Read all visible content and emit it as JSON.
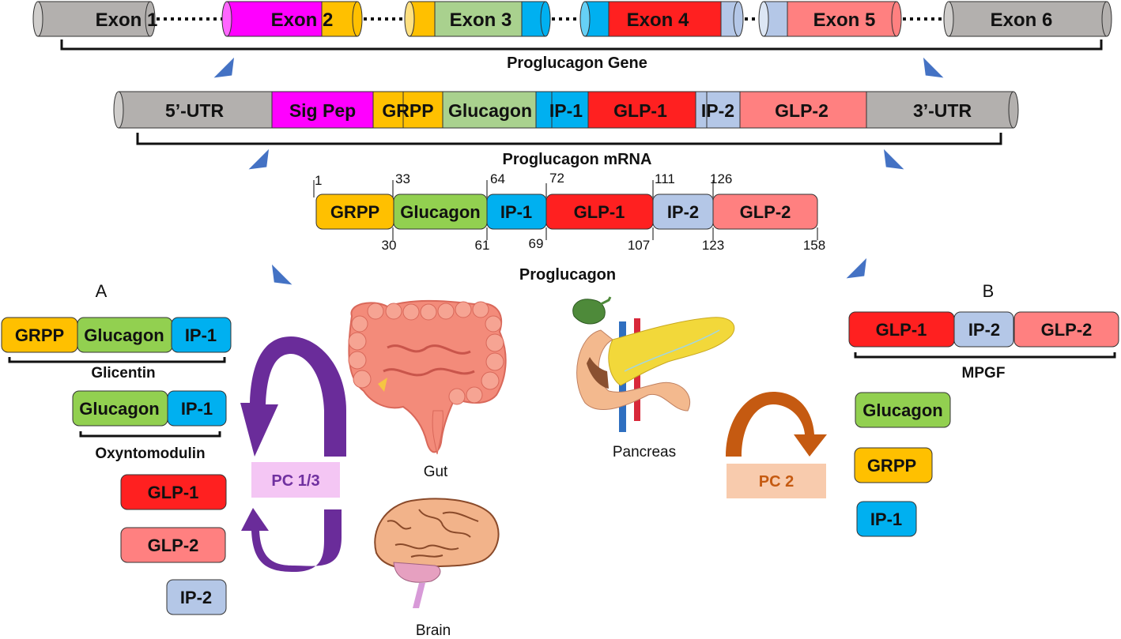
{
  "colors": {
    "gray": "#b3b0ae",
    "magenta": "#ff00ff",
    "orange": "#ffc000",
    "lightgreen": "#a9d18e",
    "green": "#92d050",
    "blue": "#00b0f0",
    "red": "#ff2020",
    "lavender": "#b4c7e7",
    "salmon": "#ff8080",
    "arrow": "#4472c4",
    "pc13_arrow": "#6a2c9a",
    "pc13_box": "#f4c6f4",
    "pc13_text": "#7030a0",
    "pc2_arrow": "#c55a11",
    "pc2_box": "#f8cbad",
    "pc2_text": "#c55a11"
  },
  "gene": {
    "label": "Proglucagon Gene",
    "exons": [
      {
        "label": "Exon 1",
        "segments": [
          "gray"
        ]
      },
      {
        "label": "Exon 2",
        "segments": [
          "magenta",
          "orange"
        ]
      },
      {
        "label": "Exon 3",
        "segments": [
          "orange",
          "lightgreen",
          "blue"
        ]
      },
      {
        "label": "Exon 4",
        "segments": [
          "blue",
          "red",
          "lavender"
        ]
      },
      {
        "label": "Exon 5",
        "segments": [
          "lavender",
          "salmon"
        ]
      },
      {
        "label": "Exon 6",
        "segments": [
          "gray"
        ]
      }
    ]
  },
  "mrna": {
    "label": "Proglucagon mRNA",
    "segments": [
      {
        "label": "5’-UTR",
        "color": "gray"
      },
      {
        "label": "Sig Pep",
        "color": "magenta"
      },
      {
        "label": "GRPP",
        "color": "orange"
      },
      {
        "label": "Glucagon",
        "color": "lightgreen"
      },
      {
        "label": "IP-1",
        "color": "blue"
      },
      {
        "label": "GLP-1",
        "color": "red"
      },
      {
        "label": "IP-2",
        "color": "lavender"
      },
      {
        "label": "GLP-2",
        "color": "salmon"
      },
      {
        "label": "3’-UTR",
        "color": "gray"
      }
    ]
  },
  "proglucagon": {
    "label": "Proglucagon",
    "domains": [
      {
        "label": "GRPP",
        "color": "orange",
        "start": 1,
        "end": 30
      },
      {
        "label": "Glucagon",
        "color": "green",
        "start": 33,
        "end": 61
      },
      {
        "label": "IP-1",
        "color": "blue",
        "start": 64,
        "end": 69
      },
      {
        "label": "GLP-1",
        "color": "red",
        "start": 72,
        "end": 107
      },
      {
        "label": "IP-2",
        "color": "lavender",
        "start": 111,
        "end": 123
      },
      {
        "label": "GLP-2",
        "color": "salmon",
        "start": 126,
        "end": 158
      }
    ]
  },
  "panel_a": {
    "label": "A",
    "glicentin": {
      "label": "Glicentin",
      "parts": [
        "GRPP",
        "Glucagon",
        "IP-1"
      ]
    },
    "oxyntomodulin": {
      "label": "Oxyntomodulin",
      "parts": [
        "Glucagon",
        "IP-1"
      ]
    },
    "products": [
      "GLP-1",
      "GLP-2",
      "IP-2"
    ],
    "enzyme": "PC 1/3"
  },
  "panel_b": {
    "label": "B",
    "mpgf": {
      "label": "MPGF",
      "parts": [
        "GLP-1",
        "IP-2",
        "GLP-2"
      ]
    },
    "products": [
      "Glucagon",
      "GRPP",
      "IP-1"
    ],
    "enzyme": "PC 2"
  },
  "organs": {
    "gut": "Gut",
    "brain": "Brain",
    "pancreas": "Pancreas"
  }
}
